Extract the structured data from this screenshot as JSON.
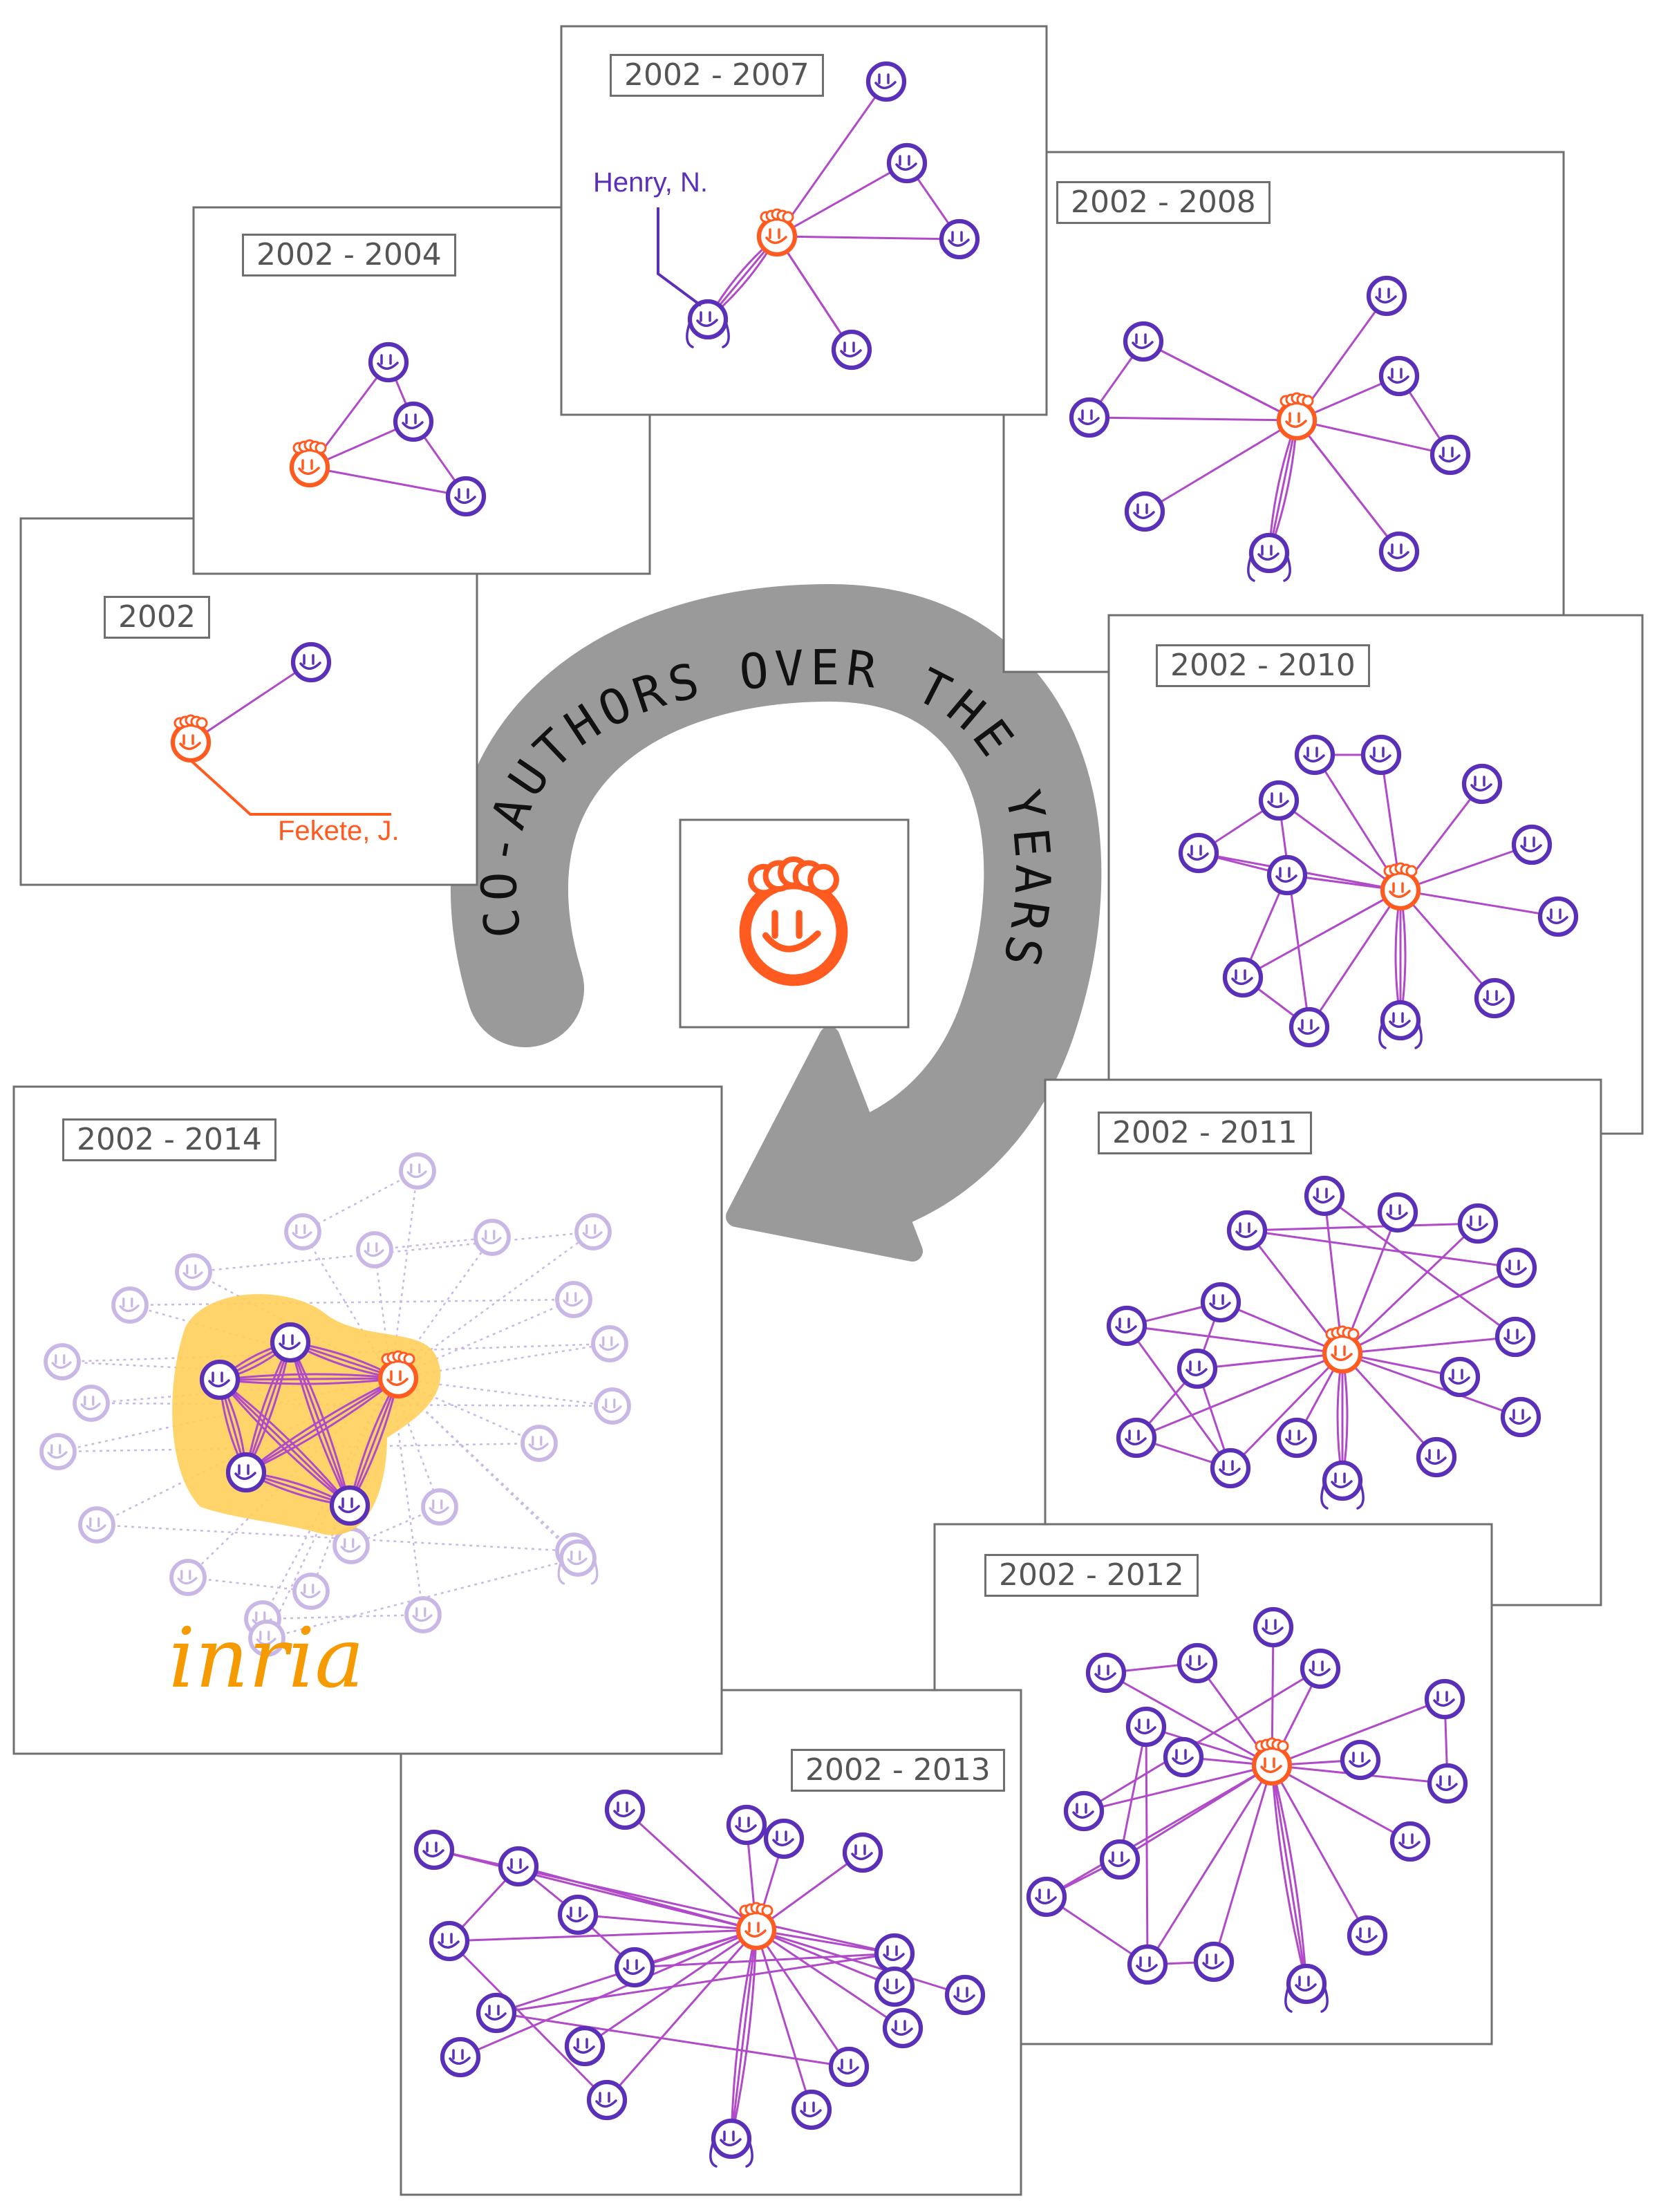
{
  "title": "CO-AUTHORS OVER THE YEARS",
  "panels": [
    {
      "label": "2002"
    },
    {
      "label": "2002 - 2004"
    },
    {
      "label": "2002 - 2007"
    },
    {
      "label": "2002 - 2008"
    },
    {
      "label": "2002 - 2010"
    },
    {
      "label": "2002 - 2011"
    },
    {
      "label": "2002 - 2012"
    },
    {
      "label": "2002 - 2013"
    },
    {
      "label": "2002 - 2014"
    }
  ],
  "annotations": {
    "fekete": "Fekete, J.",
    "henry": "Henry, N.",
    "institution": "inria"
  },
  "colors": {
    "ego": "#ff5a1f",
    "coauthor": "#5b30b8",
    "edge": "#b04ac8",
    "faded": "#c9b8e6",
    "highlight": "#ffcf5a",
    "arrow": "#9a9a9a",
    "institution": "#f59a00"
  },
  "icons": [
    "smiley-icon",
    "ego-smiley-icon",
    "long-hair-smiley-icon",
    "curved-arrow-icon"
  ]
}
